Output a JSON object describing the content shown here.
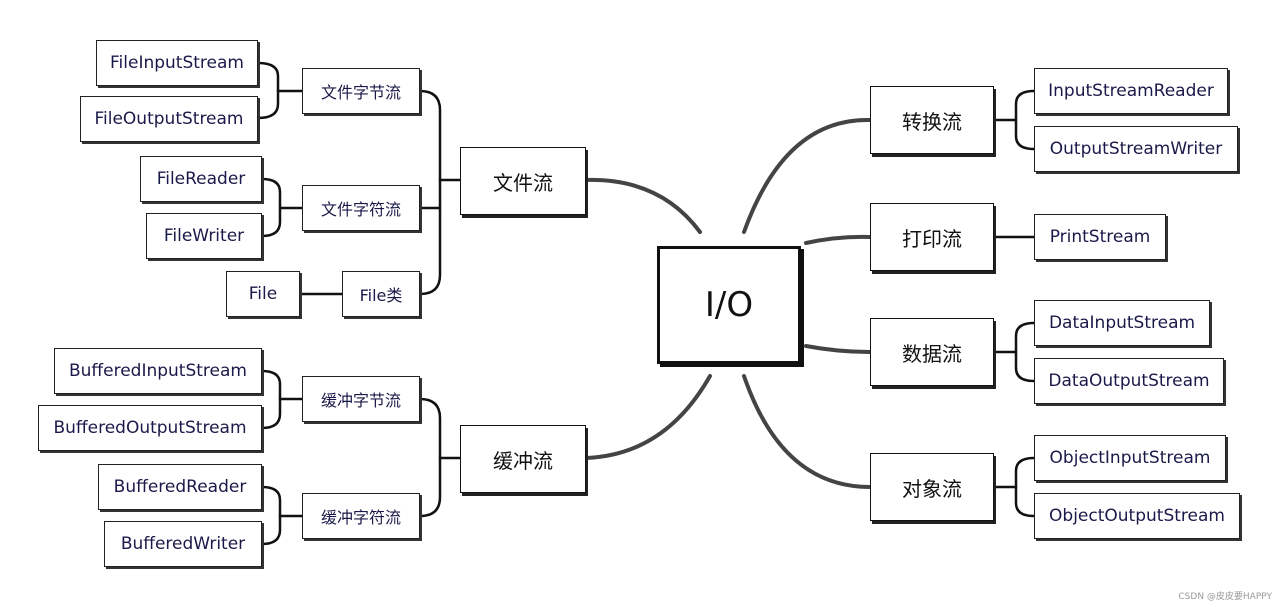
{
  "center": "I/O",
  "left": {
    "file_stream": {
      "label": "文件流",
      "byte": {
        "label": "文件字节流",
        "items": [
          "FileInputStream",
          "FileOutputStream"
        ]
      },
      "char": {
        "label": "文件字符流",
        "items": [
          "FileReader",
          "FileWriter"
        ]
      },
      "file_class": {
        "label": "File类",
        "items": [
          "File"
        ]
      }
    },
    "buffered_stream": {
      "label": "缓冲流",
      "byte": {
        "label": "缓冲字节流",
        "items": [
          "BufferedInputStream",
          "BufferedOutputStream"
        ]
      },
      "char": {
        "label": "缓冲字符流",
        "items": [
          "BufferedReader",
          "BufferedWriter"
        ]
      }
    }
  },
  "right": {
    "convert": {
      "label": "转换流",
      "items": [
        "InputStreamReader",
        "OutputStreamWriter"
      ]
    },
    "print": {
      "label": "打印流",
      "items": [
        "PrintStream"
      ]
    },
    "data": {
      "label": "数据流",
      "items": [
        "DataInputStream",
        "DataOutputStream"
      ]
    },
    "object": {
      "label": "对象流",
      "items": [
        "ObjectInputStream",
        "ObjectOutputStream"
      ]
    }
  },
  "watermark": "CSDN @皮皮要HAPPY"
}
